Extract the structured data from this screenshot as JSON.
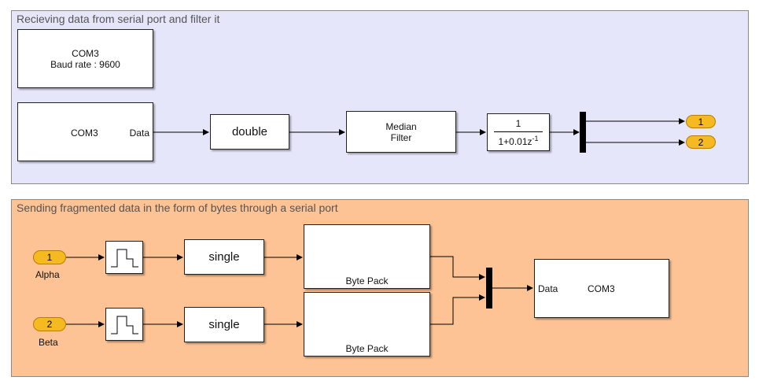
{
  "top_area": {
    "title": "Recieving data from serial port and filter it",
    "config_block": {
      "line1": "COM3",
      "line2": "Baud rate : 9600"
    },
    "serial_receive": {
      "port": "COM3",
      "output": "Data"
    },
    "double_block": "double",
    "median_filter": {
      "line1": "Median",
      "line2": "Filter"
    },
    "transfer_fcn": {
      "numerator": "1",
      "denominator": "1+0.01z",
      "exponent": "-1"
    },
    "outports": [
      "1",
      "2"
    ]
  },
  "bottom_area": {
    "title": "Sending fragmented data in the form of bytes through a serial port",
    "inports": [
      {
        "number": "1",
        "label": "Alpha"
      },
      {
        "number": "2",
        "label": "Beta"
      }
    ],
    "single_blocks": [
      "single",
      "single"
    ],
    "byte_pack_blocks": [
      "Byte Pack",
      "Byte Pack"
    ],
    "serial_send": {
      "input": "Data",
      "port": "COM3"
    }
  },
  "colors": {
    "top_area_bg": "#e6e6fb",
    "bottom_area_bg": "#fdc394",
    "port_fill": "#f5b921"
  }
}
